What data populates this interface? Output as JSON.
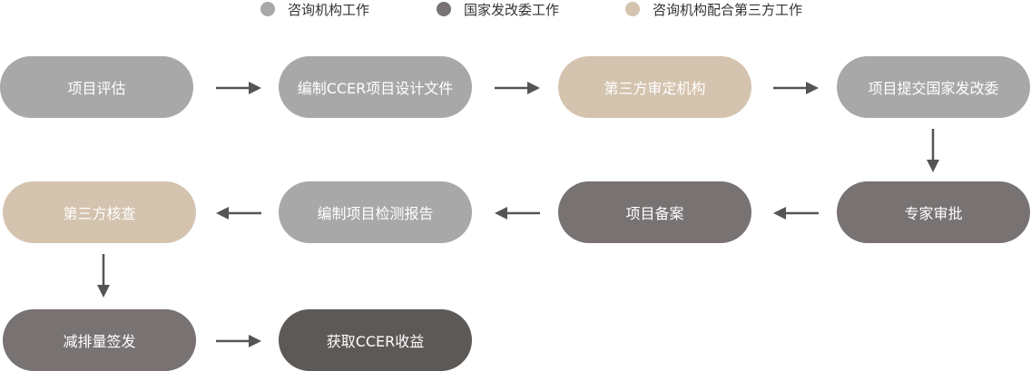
{
  "legend": [
    {
      "label": "咨询机构工作",
      "color": "#a9a8a8"
    },
    {
      "label": "国家发改委工作",
      "color": "#787272"
    },
    {
      "label": "咨询机构配合第三方工作",
      "color": "#d4c3ae"
    }
  ],
  "steps": {
    "s1": "项目评估",
    "s2": "编制CCER项目设计文件",
    "s3": "第三方审定机构",
    "s4": "项目提交国家发改委",
    "s5": "专家审批",
    "s6": "项目备案",
    "s7": "编制项目检测报告",
    "s8": "第三方核查",
    "s9": "减排量签发",
    "s10": "获取CCER收益"
  },
  "colors": {
    "arrow": "#555555",
    "final": "#5c5957"
  }
}
